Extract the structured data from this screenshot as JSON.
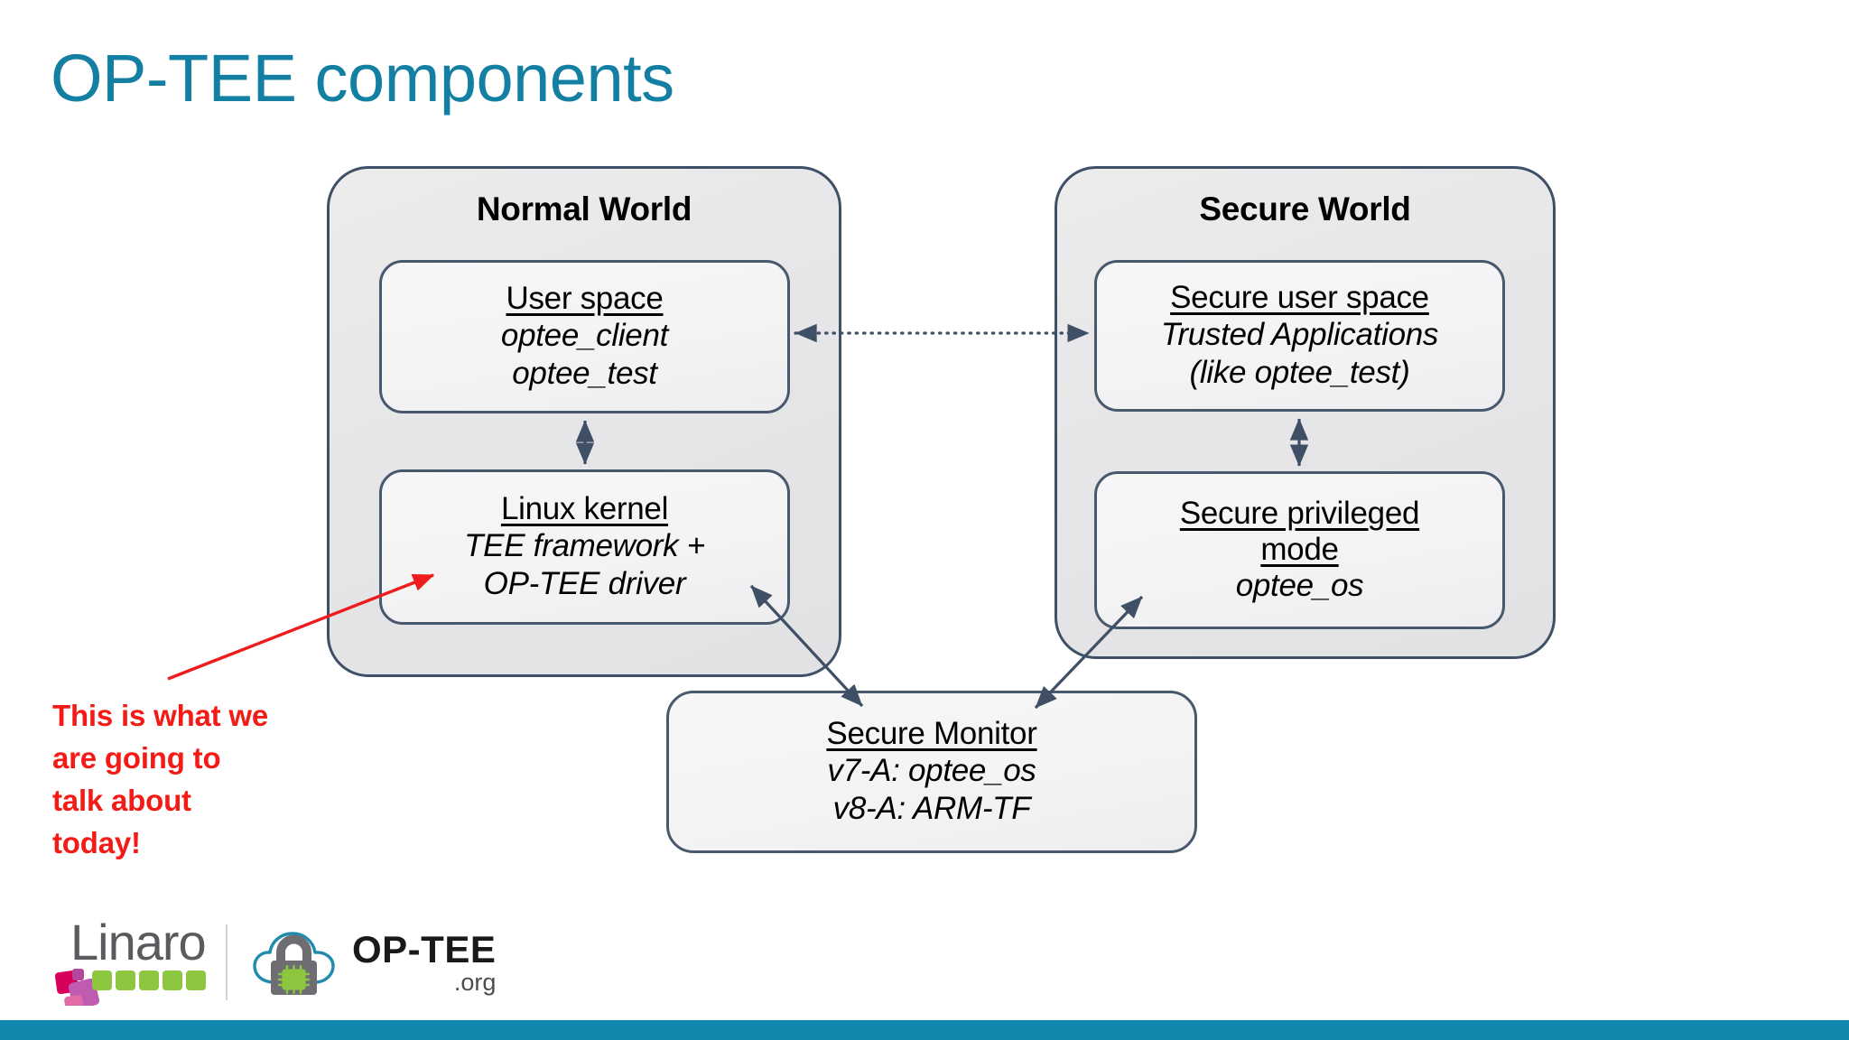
{
  "slide": {
    "title": "OP-TEE components",
    "title_color": "#137FA3",
    "background": "#ffffff",
    "footer_bar_color": "#1386AD"
  },
  "diagram": {
    "worlds": [
      {
        "id": "normal-world",
        "title": "Normal World",
        "components": [
          {
            "id": "user-space",
            "heading": "User space",
            "lines": [
              "optee_client",
              "optee_test"
            ]
          },
          {
            "id": "linux-kernel",
            "heading": "Linux kernel",
            "lines": [
              "TEE framework +",
              "OP-TEE driver"
            ]
          }
        ]
      },
      {
        "id": "secure-world",
        "title": "Secure World",
        "components": [
          {
            "id": "secure-user-space",
            "heading": "Secure user space",
            "lines": [
              "Trusted Applications",
              "(like optee_test)"
            ]
          },
          {
            "id": "secure-privileged",
            "heading_line1": "Secure privileged",
            "heading_line2": "mode",
            "lines": [
              "optee_os"
            ]
          }
        ]
      }
    ],
    "secure_monitor": {
      "id": "secure-monitor",
      "heading": "Secure Monitor",
      "lines": [
        "v7-A: optee_os",
        "v8-A: ARM-TF"
      ]
    },
    "connectors": [
      {
        "name": "user-space-to-secure-user-space",
        "style": "dotted",
        "arrows": "both"
      },
      {
        "name": "user-space-to-linux-kernel",
        "style": "solid",
        "arrows": "both"
      },
      {
        "name": "secure-user-space-to-secure-privileged",
        "style": "solid",
        "arrows": "both"
      },
      {
        "name": "linux-kernel-to-secure-monitor",
        "style": "solid",
        "arrows": "both"
      },
      {
        "name": "secure-privileged-to-secure-monitor",
        "style": "solid",
        "arrows": "both"
      }
    ],
    "line_color": "#3E4F66",
    "box_border_color": "#48586D"
  },
  "callout": {
    "text": "This is what we are going to talk about today!",
    "lines": [
      "This is what we",
      "are going to",
      "talk about",
      "today!"
    ],
    "color": "#F41B16",
    "arrow_color": "#EE1C1C",
    "points_at": "linux-kernel"
  },
  "footer": {
    "linaro": {
      "wordmark": "Linaro",
      "wordmark_color": "#5B5B5F",
      "square_colors": [
        "#D6005A",
        "#B1489E",
        "#E26AA6",
        "#8DC63F"
      ]
    },
    "optee": {
      "name": "OP-TEE",
      "tld": ".org",
      "cloud_color": "#1F8CAE",
      "lock_color": "#6E6E72",
      "chip_color": "#8DC63F"
    }
  }
}
